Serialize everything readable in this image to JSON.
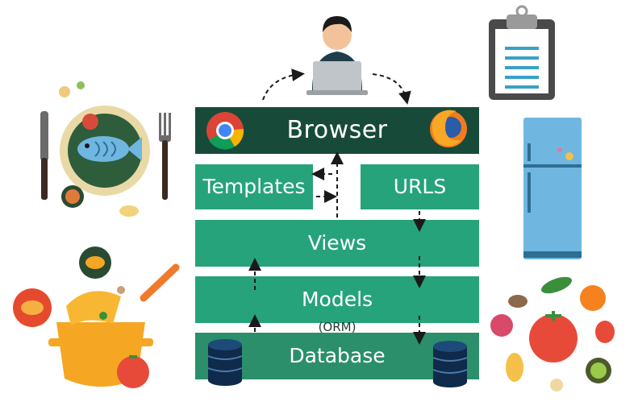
{
  "layers": {
    "browser": "Browser",
    "templates": "Templates",
    "urls": "URLS",
    "views": "Views",
    "models": "Models",
    "orm": "(ORM)",
    "database": "Database"
  },
  "colors": {
    "browser_bg": "#184a3a",
    "layer_green": "#26a37a",
    "database_green": "#2a8f6a",
    "arrow": "#1a1a1a"
  },
  "icons": [
    "chrome-icon",
    "firefox-icon",
    "user-at-laptop-icon",
    "clipboard-icon",
    "refrigerator-icon",
    "database-cylinder-icon",
    "fish-plate-icon",
    "cooking-pot-icon",
    "vegetables-icon",
    "knife-icon",
    "fork-icon"
  ]
}
